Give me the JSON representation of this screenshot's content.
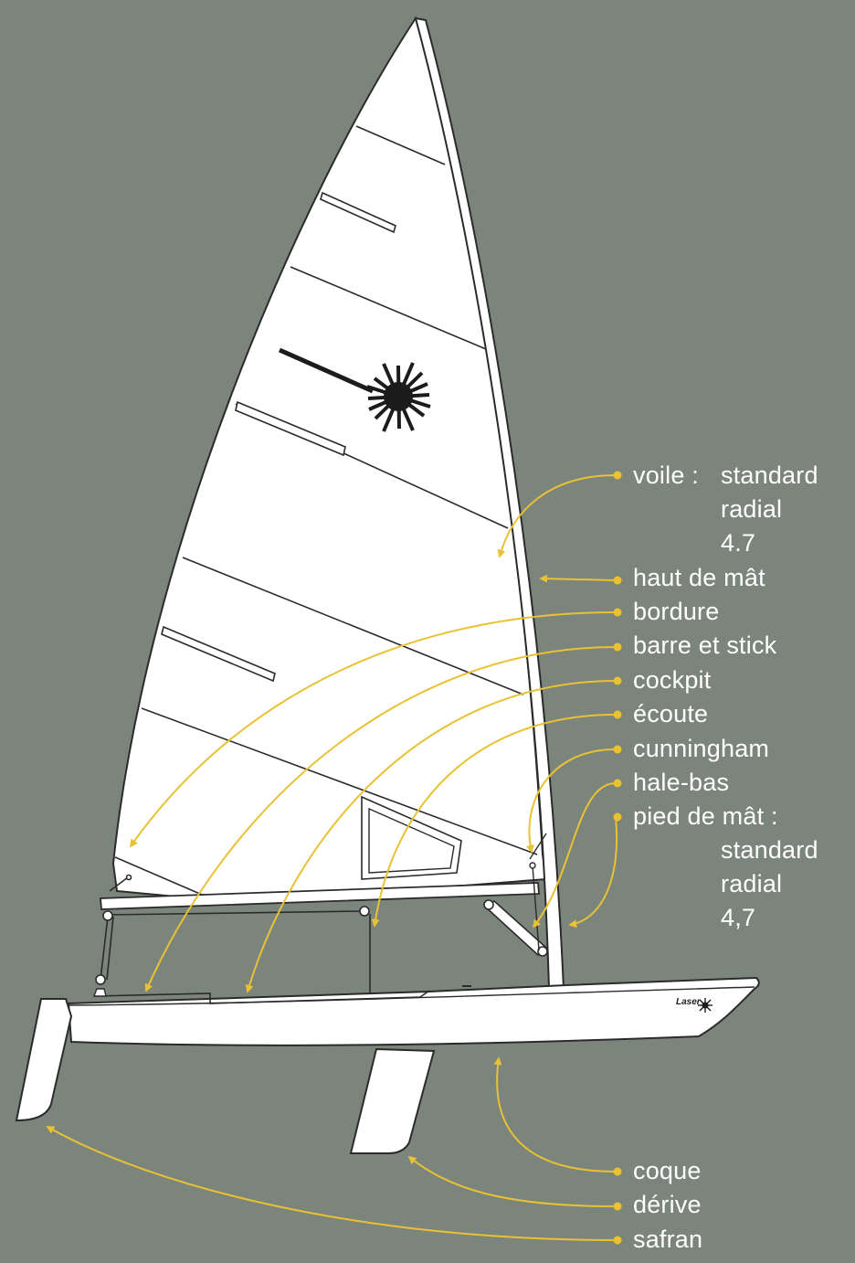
{
  "colors": {
    "background": "#7c857b",
    "hull_white": "#ffffff",
    "outline": "#2b2b2b",
    "arrow_yellow": "#e8c234",
    "label_text": "#ffffff"
  },
  "logo": {
    "sail_emblem": "laser-sunburst",
    "hull_brand": "Laser"
  },
  "labels": {
    "voile": "voile :",
    "voile_standard": "standard",
    "voile_radial": "radial",
    "voile_47": "4.7",
    "haut_de_mat": "haut de mât",
    "bordure": "bordure",
    "barre": "barre et stick",
    "cockpit": "cockpit",
    "ecoute": "écoute",
    "cunningham": "cunningham",
    "hale_bas": "hale-bas",
    "pied_de_mat": "pied de mât :",
    "pied_standard": "standard",
    "pied_radial": "radial",
    "pied_47": "4,7",
    "coque": "coque",
    "derive": "dérive",
    "safran": "safran"
  }
}
